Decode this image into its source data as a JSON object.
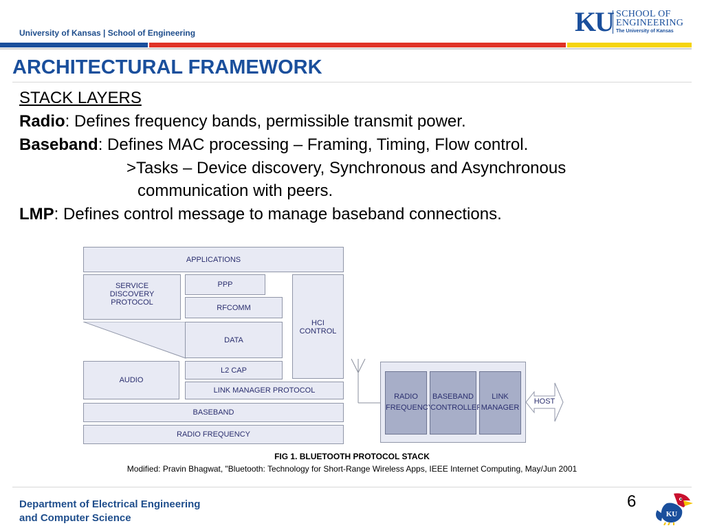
{
  "header": {
    "university": "University of Kansas | School of Engineering",
    "logo": {
      "mark": "KU",
      "line1": "SCHOOL OF",
      "line2": "ENGINEERING",
      "line3": "The University of Kansas"
    },
    "colors": {
      "blue": "#1a4f9c",
      "red": "#e03327",
      "yellow": "#f5d40f"
    }
  },
  "slide": {
    "title": "ARCHITECTURAL FRAMEWORK",
    "heading": "STACK LAYERS",
    "radio": {
      "term": "Radio",
      "text": ": Defines frequency bands, permissible transmit power."
    },
    "baseband": {
      "term": "Baseband",
      "text": ": Defines MAC processing – Framing, Timing, Flow control."
    },
    "tasks_line1": ">Tasks – Device discovery, Synchronous and Asynchronous",
    "tasks_line2": "communication with peers.",
    "lmp": {
      "term": "LMP",
      "text": ": Defines control message to manage baseband connections."
    }
  },
  "diagram": {
    "applications": "APPLICATIONS",
    "sdp": "SERVICE\nDISCOVERY\nPROTOCOL",
    "ppp": "PPP",
    "rfcomm": "RFCOMM",
    "data": "DATA",
    "hci": "HCI\nCONTROL",
    "audio": "AUDIO",
    "l2cap": "L2 CAP",
    "lmp": "LINK MANAGER PROTOCOL",
    "baseband": "BASEBAND",
    "radio": "RADIO FREQUENCY",
    "device": {
      "radio": "RADIO\nFREQUENCY",
      "baseband": "BASEBAND\nCONTROLLER",
      "link": "LINK\nMANAGER"
    },
    "host": "HOST"
  },
  "caption": {
    "title": "FIG 1.  BLUETOOTH PROTOCOL STACK",
    "source": "Modified: Pravin Bhagwat, \"Bluetooth: Technology for Short-Range Wireless Apps, IEEE Internet Computing, May/Jun 2001"
  },
  "footer": {
    "dept_line1": "Department of Electrical Engineering",
    "dept_line2": "and Computer Science",
    "page": "6",
    "mascot_text": "KU"
  }
}
